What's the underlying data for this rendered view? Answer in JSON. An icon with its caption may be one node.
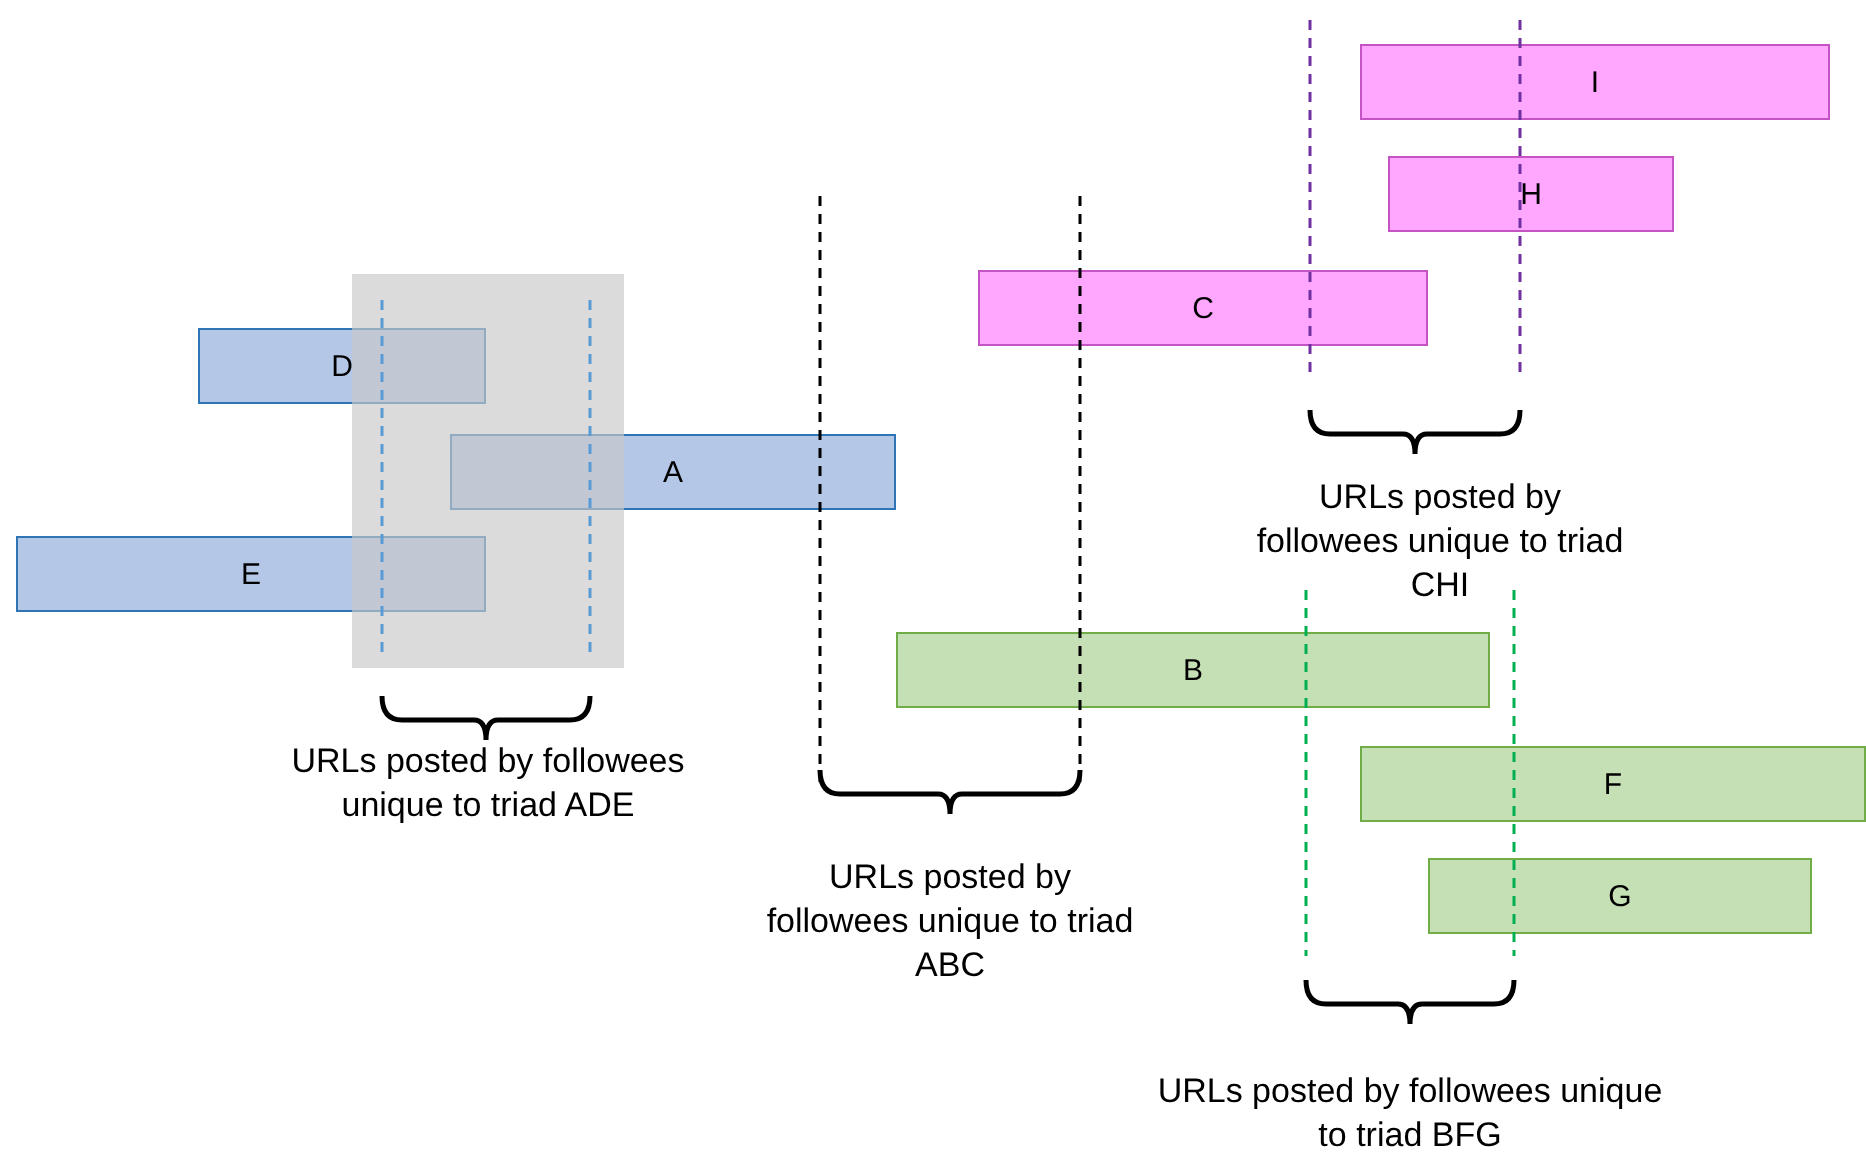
{
  "diagram": {
    "nodes": [
      {
        "text": [
          "I"
        ]
      },
      {
        "text": [
          "H"
        ]
      },
      {
        "text": [
          "C"
        ]
      },
      {
        "text": [
          "D"
        ]
      },
      {
        "text": [
          "A"
        ]
      },
      {
        "text": [
          "E"
        ]
      },
      {
        "text": [
          "B"
        ]
      },
      {
        "text": [
          "F"
        ]
      },
      {
        "text": [
          "G"
        ]
      }
    ],
    "labels": [
      "URLs posted by followees unique to triad CHI",
      "URLs posted by followees unique to triad ADE",
      "URLs posted by followees unique to triad ABC",
      "URLs posted by followees unique to triad BFG"
    ]
  }
}
